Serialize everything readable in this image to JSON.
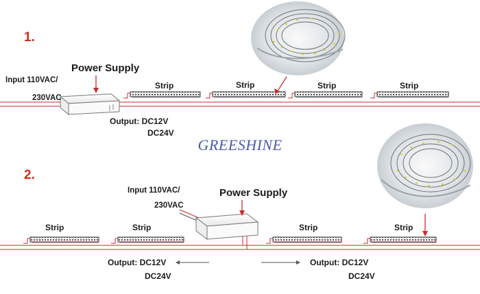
{
  "brand": "GREESHINE",
  "colors": {
    "wire": "#c92a2a",
    "number": "#d42a1a",
    "brand": "#4a5aa8",
    "strip": "#333333"
  },
  "diagram1": {
    "number": "1.",
    "power_supply": "Power Supply",
    "input_line1": "Input 110VAC/",
    "input_line2": "230VAC",
    "output_line1": "Output: DC12V",
    "output_line2": "DC24V",
    "strips": [
      "Strip",
      "Strip",
      "Strip",
      "Strip"
    ],
    "photo": "led-strip-reel-photo"
  },
  "diagram2": {
    "number": "2.",
    "power_supply": "Power Supply",
    "input_line1": "Input 110VAC/",
    "input_line2": "230VAC",
    "output_left_line1": "Output: DC12V",
    "output_left_line2": "DC24V",
    "output_right_line1": "Output: DC12V",
    "output_right_line2": "DC24V",
    "strips": [
      "Strip",
      "Strip",
      "Strip",
      "Strip"
    ],
    "photo": "led-strip-reel-photo"
  }
}
